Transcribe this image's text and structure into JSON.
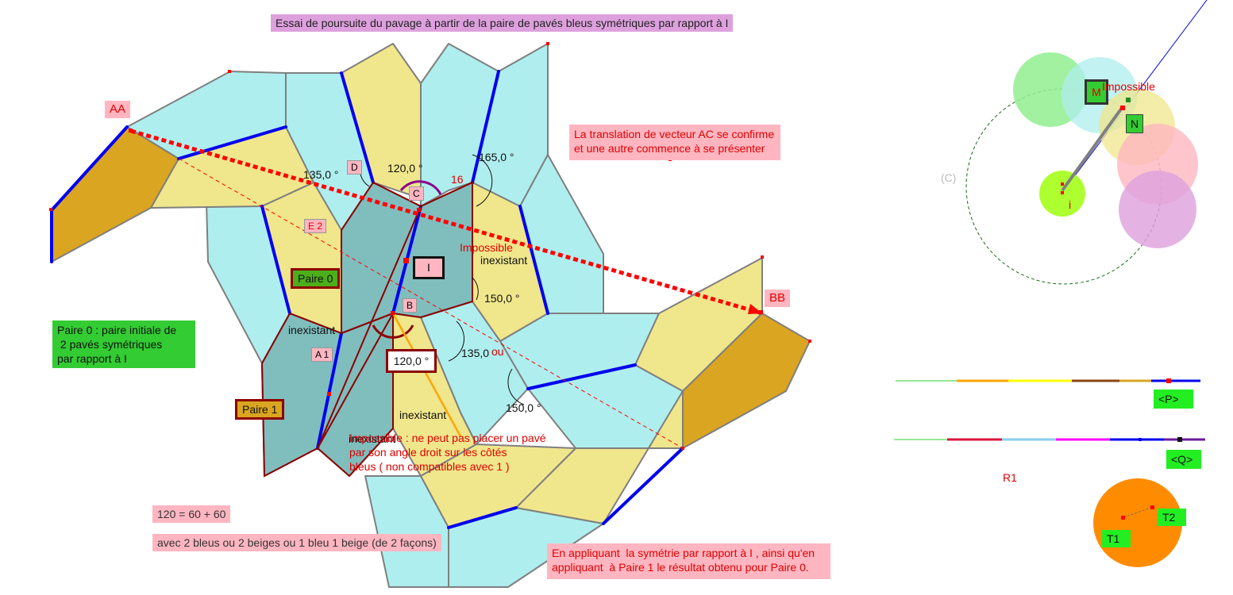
{
  "title": "Essai de poursuite du pavage à partir de la paire de pavés bleus symétriques par rapport à I",
  "points": {
    "AA": "AA",
    "BB": "BB",
    "C": "C",
    "D": "D",
    "B": "B",
    "E2": "E 2",
    "A1": "A 1",
    "I": "I"
  },
  "angles": {
    "a135_top": "135,0 °",
    "a120_top": "120,0 °",
    "a165": "165,0 °",
    "a16": "16",
    "a150_mid": "150,0 °",
    "a135_mid": "135,0",
    "ou": "ou",
    "a120_box": "120,0 °",
    "a150_low": "150,0 °"
  },
  "pairs": {
    "pair0": "Paire 0",
    "pair1": "Paire 1"
  },
  "notes": {
    "translation": "La translation de vecteur AC se confirme\net une autre commence à se présenter",
    "impossible_mid": "Impossible",
    "inexistant_right": "inexistant",
    "inexistant_left": "inexistant",
    "inexistant_low": "inexistant",
    "inexistant_overlap": "inexistant",
    "pair0_desc": "Paire 0 : paire initiale de\n 2 pavés symétriques\npar rapport à I",
    "cannot_place": "Impossible : ne peut pas placer un pavé\npar son angle droit sur les côtés\nbleus ( non compatibles avec 1 )",
    "sum": "120 = 60 + 60",
    "combos": "avec 2 bleus ou  2 beiges ou 1 bleu 1 beige (de 2 façons)",
    "symmetry": "En appliquant  la symétrie par rapport à I , ainsi qu'en\nappliquant  à Paire 1 le résultat obtenu pour Paire 0."
  },
  "panel": {
    "C_label": "(C)",
    "M": "M",
    "impossible": "Impossible",
    "N": "N",
    "i": "i",
    "P": "<P>",
    "Q": "<Q>",
    "R1": "R1",
    "T1": "T1",
    "T2": "T2"
  },
  "colors": {
    "cyan": "#afeeee",
    "beige": "#f0e68c",
    "gold": "#daa520",
    "teal": "#80bdbd",
    "blue_edge": "#0000ee",
    "dark_red": "#8b0000",
    "red": "#ff0000"
  }
}
